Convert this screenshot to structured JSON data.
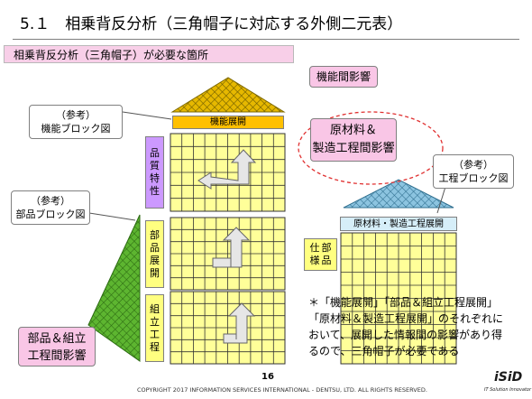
{
  "title": "5.１　相乗背反分析（三角帽子に対応する外側二元表）",
  "sub_banner": "相乗背反分析（三角帽子）が必要な箇所",
  "callouts": {
    "func_interaction": "機能間影響",
    "material_process": [
      "原材料＆",
      "製造工程間影響"
    ],
    "parts_assembly": [
      "部品＆組立",
      "工程間影響"
    ],
    "ref_function_block": [
      "（参考）",
      "機能ブロック図"
    ],
    "ref_parts_block": [
      "（参考）",
      "部品ブロック図"
    ],
    "ref_process_block": [
      "（参考）",
      "工程ブロック図"
    ]
  },
  "bars": {
    "function_deploy": "機能展開",
    "material_process_deploy": "原材料・製造工程展開"
  },
  "vertical_labels": {
    "quality": [
      "品",
      "質",
      "特",
      "性"
    ],
    "parts_deploy": [
      "部",
      "品",
      "展",
      "開"
    ],
    "assembly": [
      "組",
      "立",
      "工",
      "程"
    ],
    "spec_parts": [
      "仕",
      "部",
      "様",
      "品"
    ]
  },
  "note_lines": [
    "＊「機能展開」「部品＆組立工程展開」",
    "「原材料＆製造工程展開」のそれぞれに",
    "おいて、展開した情報間の影響があり得",
    "るので、三角帽子が必要である"
  ],
  "footer": {
    "page": "16",
    "copyright": "COPYRIGHT 2017 INFORMATION SERVICES INTERNATIONAL - DENTSU, LTD. ALL RIGHTS RESERVED.",
    "logo": "iSiD",
    "logo_sub": "IT Solution Innovator"
  },
  "colors": {
    "grid_fill": "#ffff99",
    "grid_line": "#333333",
    "hat_fill": "#e6b800",
    "orange_bar": "#ffc000",
    "purple_label": "#cc99ff",
    "yellow_label": "#ffff80",
    "pink_callout": "#f9c6e6",
    "green_triangle": "#66bb33",
    "blue_hat": "#7fb8d8",
    "blue_bar": "#d6eef8",
    "red_dashed": "#e03030"
  },
  "icons": [
    "arrow-left-icon",
    "arrow-up-icon",
    "hatched-triangle-icon"
  ]
}
